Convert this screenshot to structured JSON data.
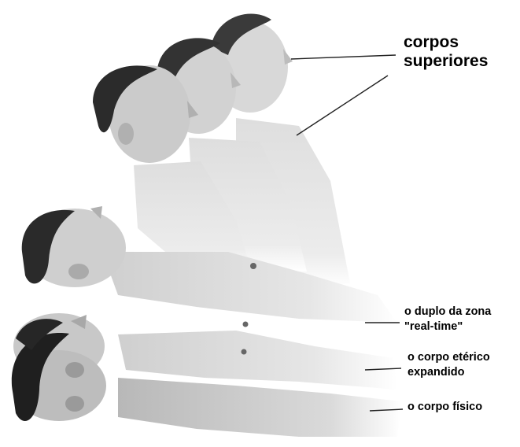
{
  "labels": {
    "upper_bodies": [
      "corpos",
      "superiores"
    ],
    "realtime_double": [
      "o duplo da zona",
      "\"real-time\""
    ],
    "etheric_body": [
      "o corpo etérico",
      "expandido"
    ],
    "physical_body": [
      "o corpo físico"
    ]
  },
  "colors": {
    "background": "#ffffff",
    "text": "#000000",
    "leader_line": "#222222"
  }
}
